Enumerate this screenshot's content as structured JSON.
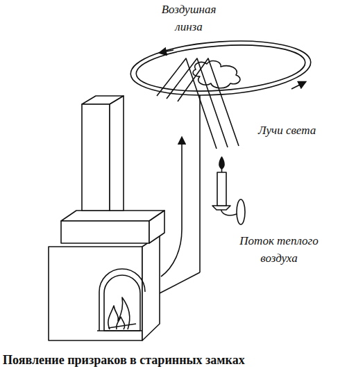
{
  "diagram": {
    "caption": "Появление призраков в старинных замках",
    "labels": [
      "Воздушная линза",
      "Лучи света",
      "Поток теплого воздуха"
    ]
  }
}
